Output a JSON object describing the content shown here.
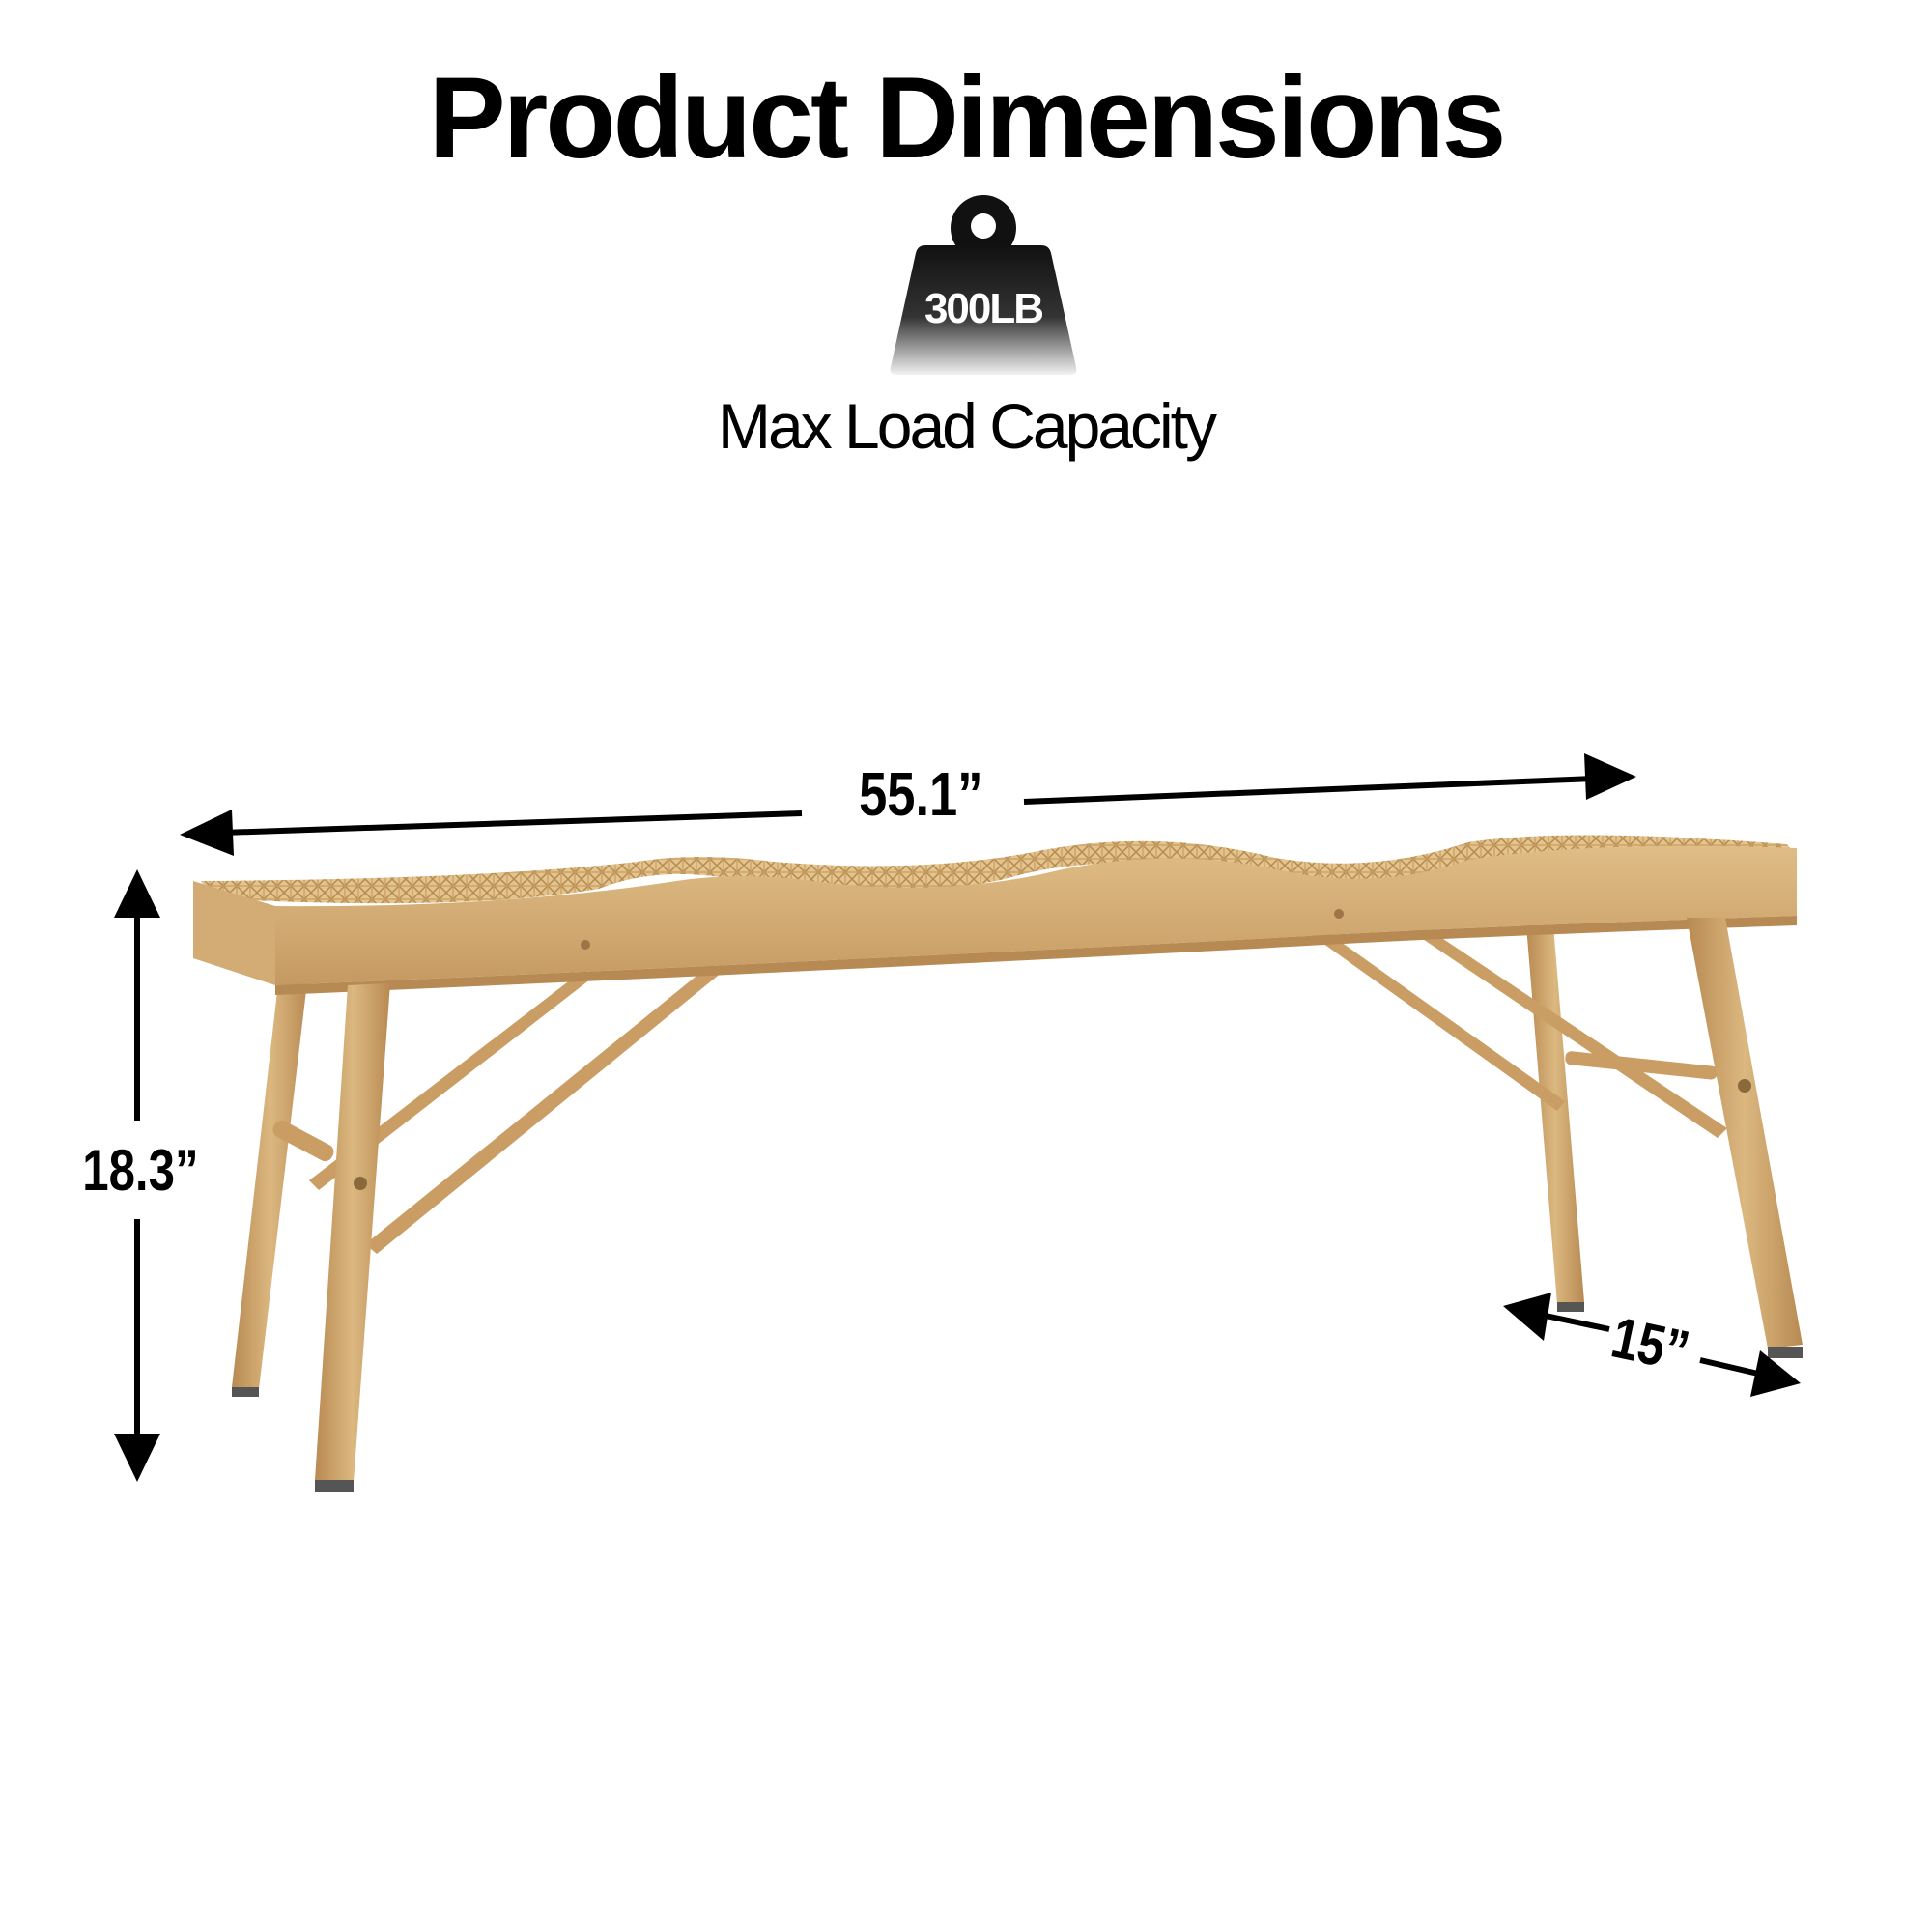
{
  "header": {
    "title": "Product Dimensions",
    "weight_badge": "300LB",
    "capacity_caption": "Max Load Capacity"
  },
  "dimensions": {
    "width": "55.1”",
    "height": "18.3”",
    "depth": "15”"
  },
  "colors": {
    "text": "#000000",
    "wood": "#c9a06a",
    "rattan": "#d9b47c"
  },
  "icons": {
    "weight": "weight-icon",
    "arrows": "arrow-icon"
  }
}
